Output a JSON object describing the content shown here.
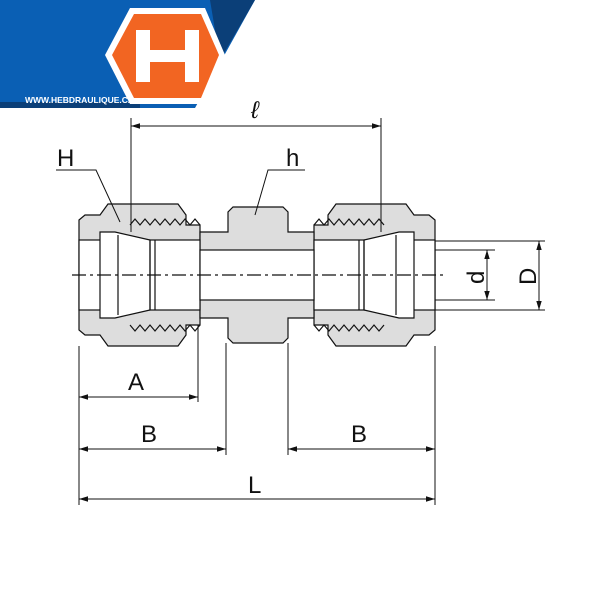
{
  "brand": {
    "website": "WWW.HEBDRAULIQUE.CA",
    "logo_letter": "H",
    "colors": {
      "blue": "#0a5fb4",
      "navy": "#0b3f78",
      "orange": "#f26522"
    }
  },
  "diagram": {
    "labels": {
      "nut": "H",
      "hex": "h",
      "length_between": "ℓ",
      "A": "A",
      "B_left": "B",
      "B_right": "B",
      "L": "L",
      "d": "d",
      "D": "D"
    }
  }
}
